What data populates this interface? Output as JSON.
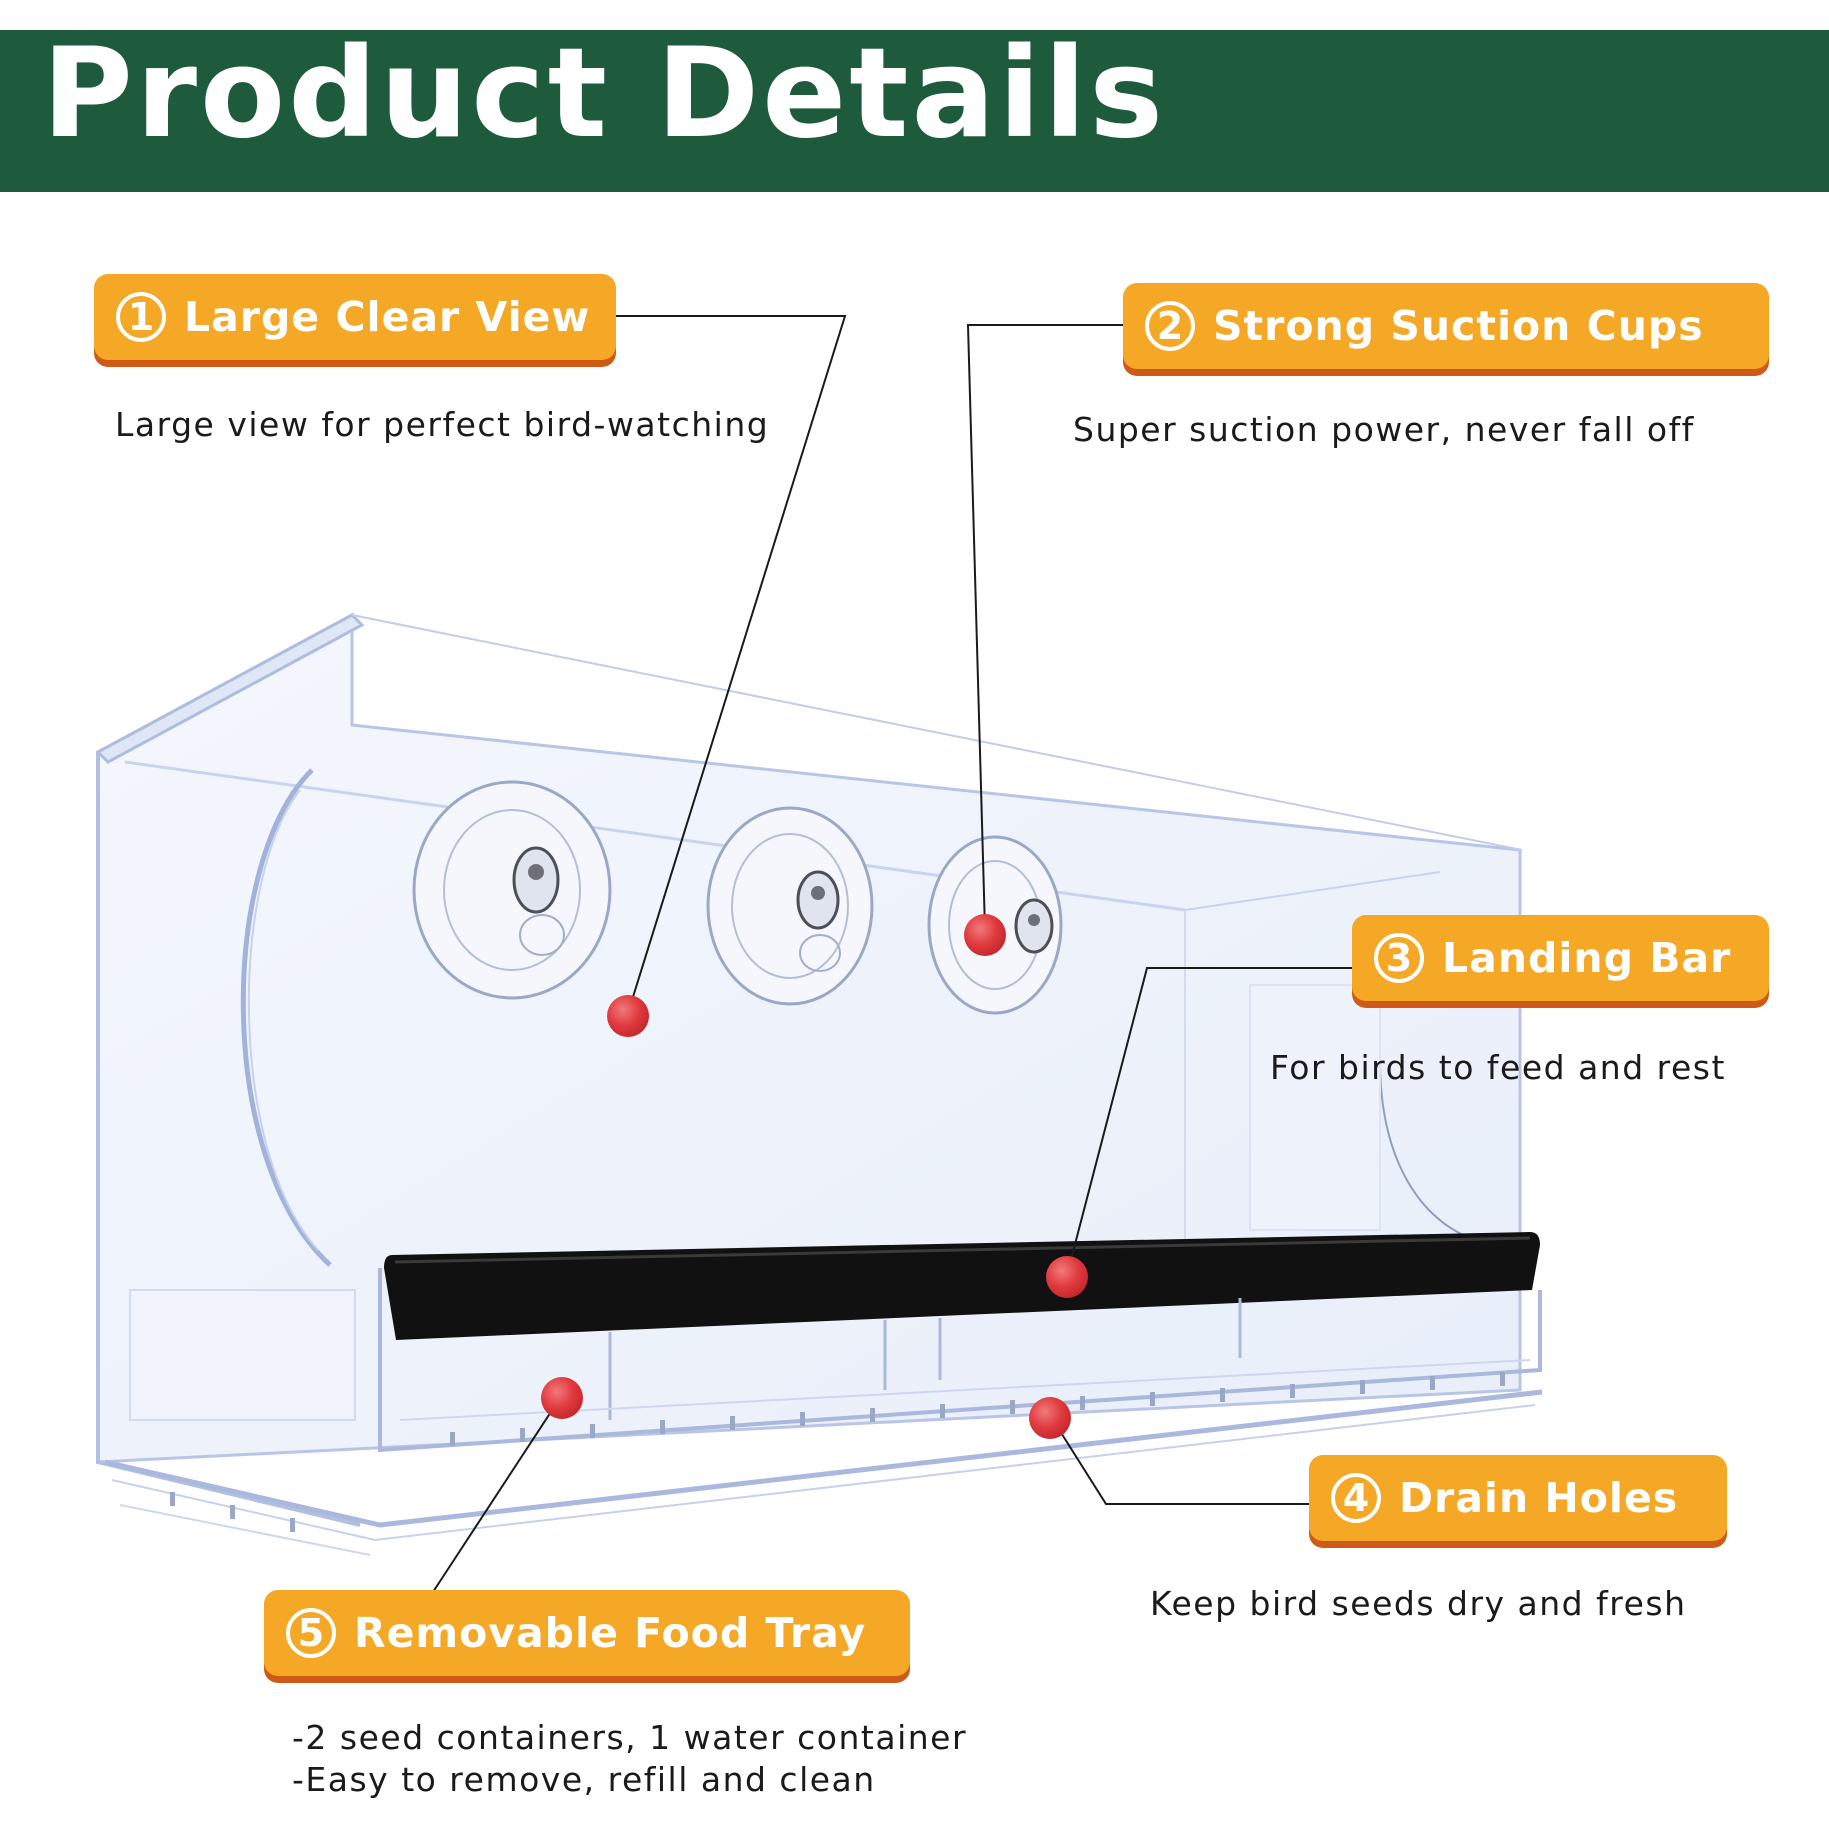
{
  "header": {
    "title": "Product Details"
  },
  "callouts": [
    {
      "number": "1",
      "label": "Large Clear View",
      "description": "Large view for perfect bird-watching"
    },
    {
      "number": "2",
      "label": "Strong Suction Cups",
      "description": "Super suction power, never fall off"
    },
    {
      "number": "3",
      "label": "Landing Bar",
      "description": "For birds to feed and rest"
    },
    {
      "number": "4",
      "label": "Drain Holes",
      "description": "Keep bird seeds dry and fresh"
    },
    {
      "number": "5",
      "label": "Removable Food Tray",
      "description_lines": [
        "-2 seed containers, 1 water container",
        "-Easy to remove, refill and clean"
      ]
    }
  ],
  "colors": {
    "header_band": "#1e5b3c",
    "callout_fill": "#f4a825",
    "callout_shadow": "#cf5a17",
    "marker_dot": "#e03a3e",
    "landing_bar": "#111111",
    "acrylic_edge": "#a9b8dc"
  },
  "product": {
    "name": "clear acrylic window bird feeder",
    "suction_cups": 3
  }
}
